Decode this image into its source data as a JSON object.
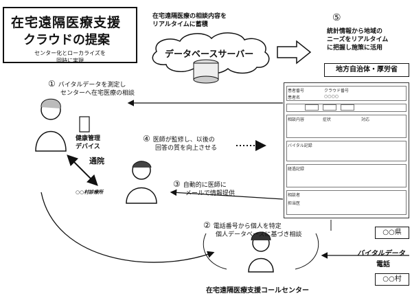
{
  "title": {
    "line1": "在宅遠隔医療支援",
    "line2": "クラウドの提案",
    "sub1": "センター化とローカライズを",
    "sub2": "同時に実現"
  },
  "database": {
    "caption1": "在宅遠隔医療の相談内容を",
    "caption2": "リアルタイムに蓄積",
    "label": "データベースサーバー"
  },
  "step5": {
    "number": "⑤",
    "line1": "統計情報から地域の",
    "line2": "ニーズをリアルタイム",
    "line3": "に把握し施策に活用",
    "box": "地方自治体・厚労省"
  },
  "step1": {
    "number": "①",
    "line1": "バイタルデータを測定し",
    "line2": "センターへ在宅医療の相談"
  },
  "device": {
    "line1": "健康管理",
    "line2": "デバイス"
  },
  "visit": "通院",
  "clinic": "○○村診療所",
  "step4": {
    "number": "④",
    "line1": "医師が監修し、以後の",
    "line2": "回答の質を向上させる"
  },
  "step3": {
    "number": "③",
    "line1": "自動的に医師に",
    "line2": "メールで情報提供"
  },
  "step2": {
    "number": "②",
    "line1": "電話番号から個人を特定",
    "line2": "個人データベースに基づき相談"
  },
  "callcenter": "在宅遠隔医療支援コールセンター",
  "right": {
    "county": "○○県",
    "village": "○○村",
    "vital": "バイタルデータ",
    "phone": "電話"
  },
  "form": {
    "row1a": "患者番号",
    "row1b": "クラウド番号",
    "row2a": "患者名",
    "row2b": "○○○○",
    "row3a": "相談内容",
    "row3b": "症状",
    "row3c": "対応",
    "row4": "バイタル記録",
    "row5": "経過記録",
    "row6a": "相談者",
    "row6b": "担当医"
  }
}
